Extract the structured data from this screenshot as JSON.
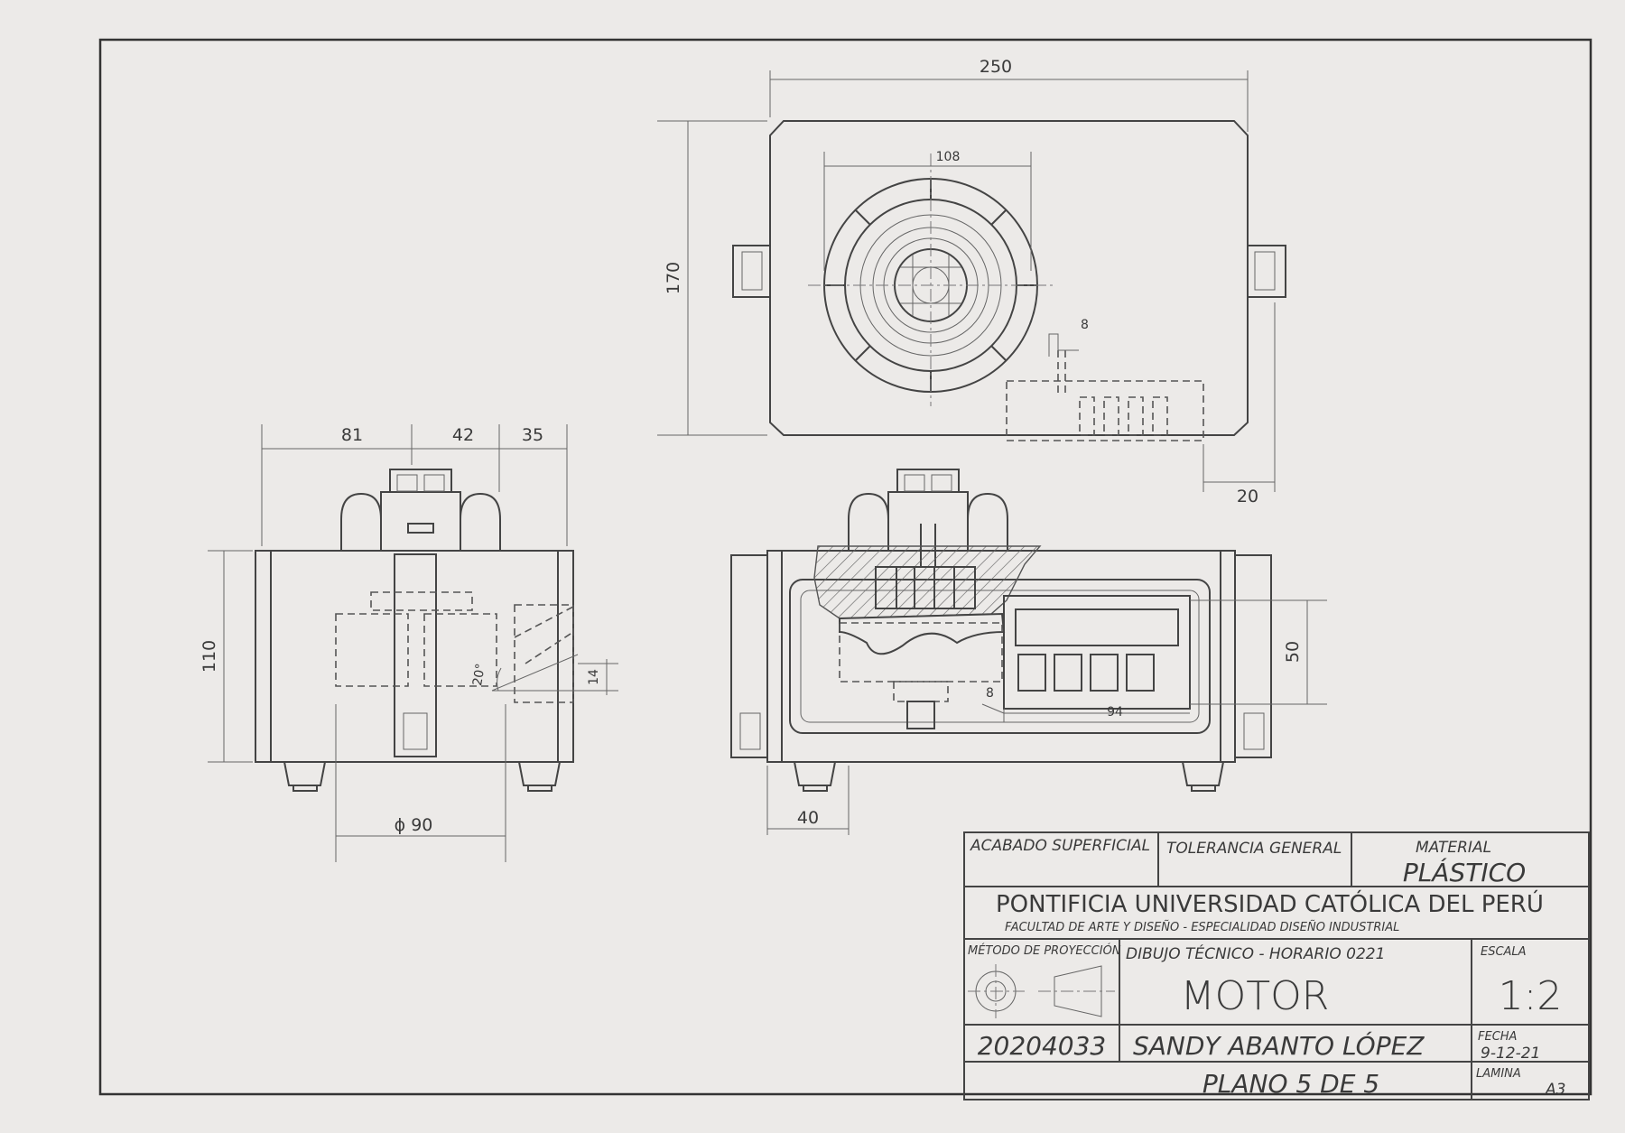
{
  "dimensions": {
    "top_width": "250",
    "top_inner": "108",
    "top_height": "170",
    "top_small": "8",
    "top_offset": "20",
    "left_a": "81",
    "left_b": "42",
    "left_c": "35",
    "left_height": "110",
    "left_angle": "20°",
    "left_small": "14",
    "left_dia": "ϕ 90",
    "front_50": "50",
    "front_8": "8",
    "front_94": "94",
    "front_40": "40"
  },
  "title_block": {
    "finish_label": "ACABADO SUPERFICIAL",
    "tolerance_label": "TOLERANCIA GENERAL",
    "material_label": "MATERIAL",
    "material_value": "PLÁSTICO",
    "university": "PONTIFICIA UNIVERSIDAD CATÓLICA DEL PERÚ",
    "faculty": "FACULTAD DE ARTE Y DISEÑO - ESPECIALIDAD DISEÑO INDUSTRIAL",
    "projection_label": "MÉTODO DE PROYECCIÓN",
    "course": "DIBUJO TÉCNICO - HORARIO 0221",
    "drawing_title": "MOTOR",
    "scale_label": "ESCALA",
    "scale_value": "1:2",
    "student_code": "20204033",
    "student_name": "SANDY ABANTO LÓPEZ",
    "date_label": "FECHA",
    "date_value": "9-12-21",
    "sheet_label": "LAMINA",
    "sheet_value": "A3",
    "plan": "PLANO 5 DE 5"
  }
}
